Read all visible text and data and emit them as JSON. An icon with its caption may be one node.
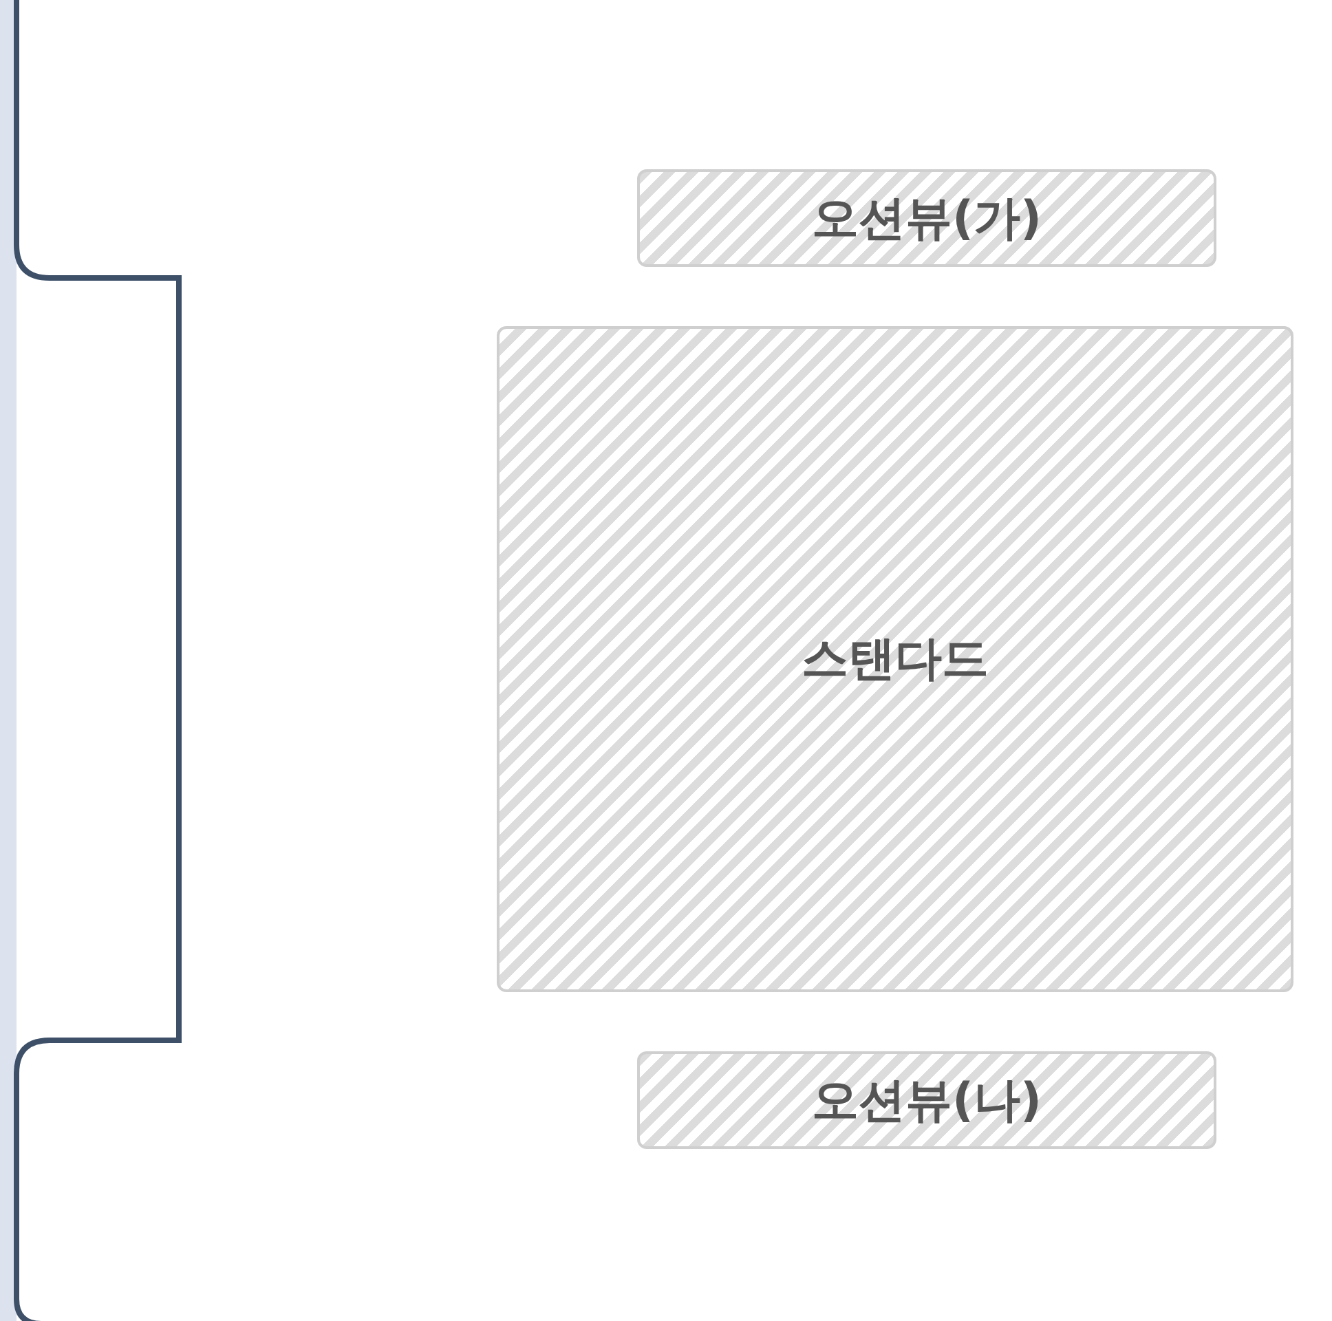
{
  "diagram": {
    "nodes": [
      {
        "text": [
          "오션뷰(가)"
        ]
      },
      {
        "text": [
          "스탠다드"
        ]
      },
      {
        "text": [
          "오션뷰(나)"
        ]
      }
    ]
  }
}
